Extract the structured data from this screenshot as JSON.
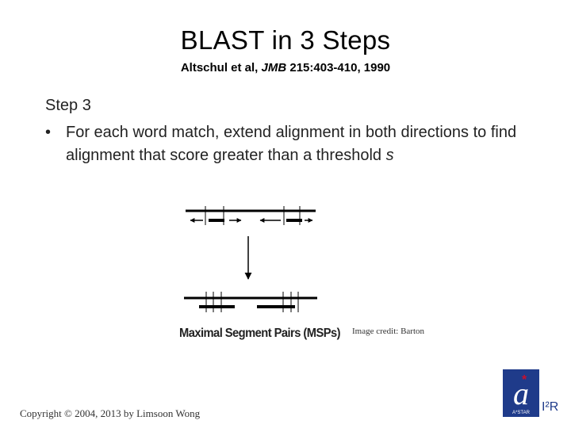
{
  "slide": {
    "title": "BLAST in 3 Steps",
    "subtitle_authors": "Altschul et al, ",
    "subtitle_journal": "JMB",
    "subtitle_ref": " 215:403-410, 1990",
    "step_heading": "Step 3",
    "bullet_symbol": "•",
    "bullet_text": "For each word match, extend alignment in both directions to find alignment that score greater than a threshold ",
    "bullet_threshold_var": "s",
    "figure_caption": "Maximal Segment Pairs (MSPs)",
    "image_credit": "Image credit: Barton",
    "copyright": "Copyright © 2004, 2013 by Limsoon Wong",
    "logo_text": "A*STAR",
    "logo_side_text": "I²R"
  },
  "colors": {
    "logo_blue": "#1f3b8a",
    "logo_red": "#c8102e",
    "text": "#222222"
  }
}
